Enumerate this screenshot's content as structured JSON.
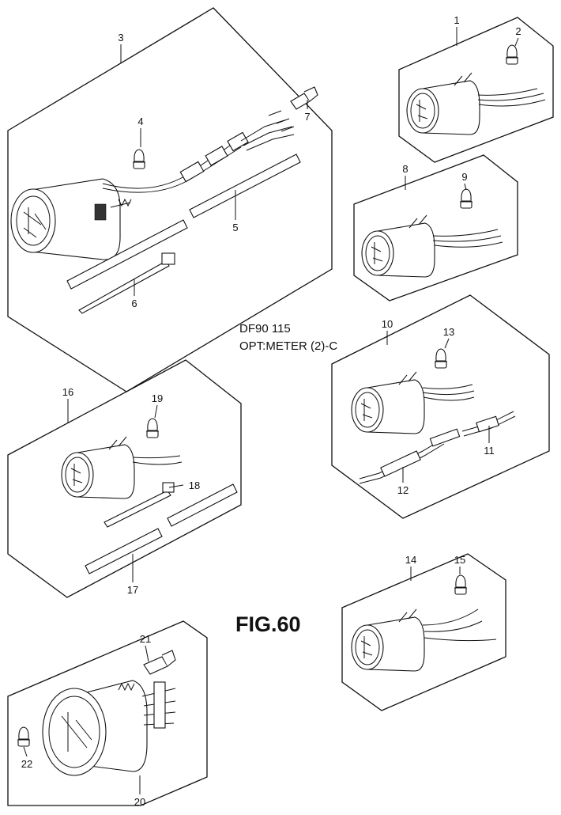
{
  "caption": {
    "model": "DF90 115",
    "title": "OPT:METER (2)-C",
    "figure": "FIG.60"
  },
  "callouts": [
    "1",
    "2",
    "3",
    "4",
    "5",
    "6",
    "7",
    "8",
    "9",
    "10",
    "11",
    "12",
    "13",
    "14",
    "15",
    "16",
    "17",
    "18",
    "19",
    "20",
    "21",
    "22"
  ],
  "colors": {
    "ink": "#111111",
    "paper": "#ffffff"
  }
}
